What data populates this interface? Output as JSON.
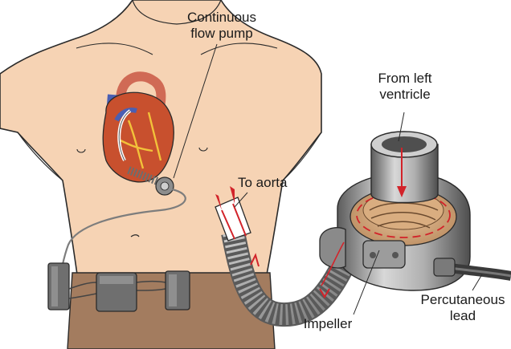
{
  "labels": {
    "pump": "Continuous\nflow pump",
    "inflow": "From left\nventricle",
    "outflow": "To aorta",
    "impeller": "Impeller",
    "lead": "Percutaneous\nlead"
  },
  "colors": {
    "skin": "#f6d3b4",
    "skin_outline": "#2a2a2a",
    "shorts": "#a37c5f",
    "metal": "#9a9a9a",
    "arrow": "#d2232a",
    "heart": "#c8502e",
    "vessel_blue": "#4a5fb3"
  }
}
